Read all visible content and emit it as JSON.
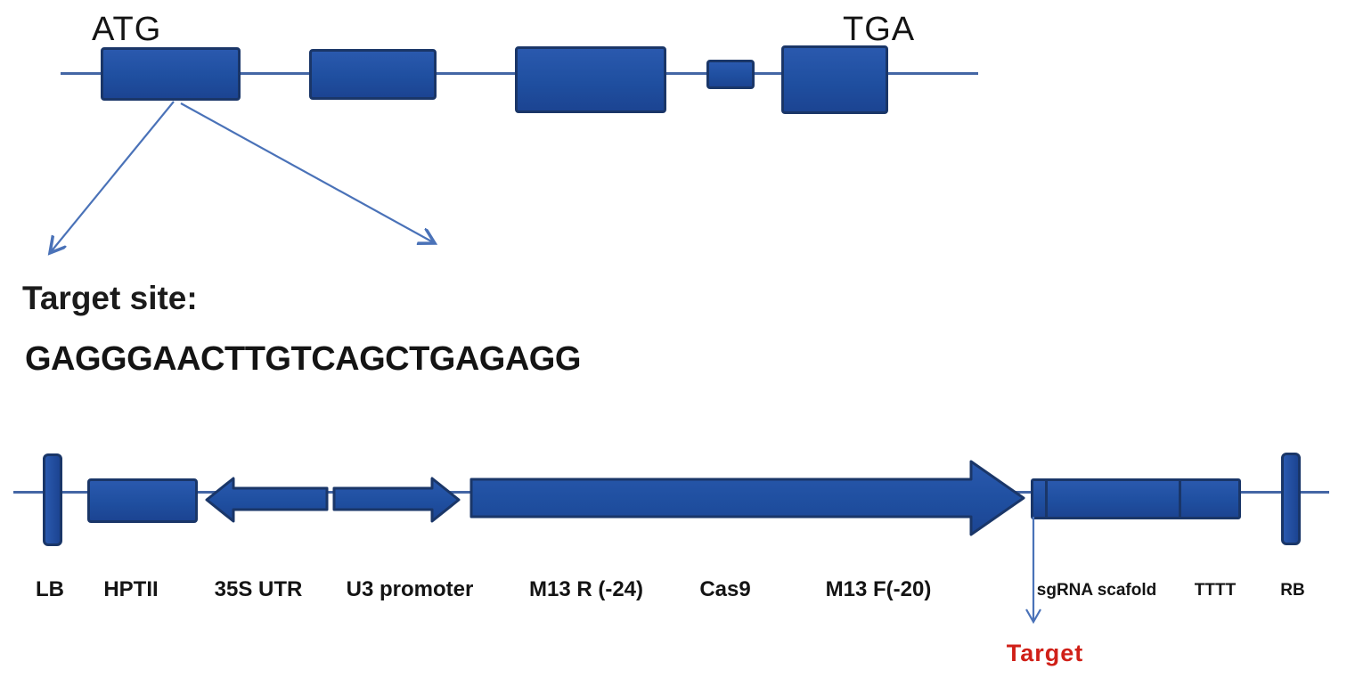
{
  "figure": {
    "gene_model": {
      "start_codon": "ATG",
      "stop_codon": "TGA",
      "exon_count": 5
    },
    "target_site": {
      "heading": "Target site:",
      "sequence": "GAGGGAACTTGTCAGCTGAGAGG"
    },
    "construct": {
      "labels": {
        "lb": "LB",
        "hptii": "HPTII",
        "utr35s": "35S UTR",
        "u3_promoter": "U3 promoter",
        "m13r": "M13 R (-24)",
        "cas9": "Cas9",
        "m13f": "M13 F(-20)",
        "sgrna_scaffold": "sgRNA scafold",
        "terminator": "TTTT",
        "rb": "RB"
      },
      "target_label": "Target"
    },
    "colors": {
      "shape_fill": "#1f4fa0",
      "shape_border": "#1a3668",
      "connector_line": "#4466a5",
      "annotation_arrow": "#4a72b8",
      "target_red": "#d02018"
    }
  }
}
